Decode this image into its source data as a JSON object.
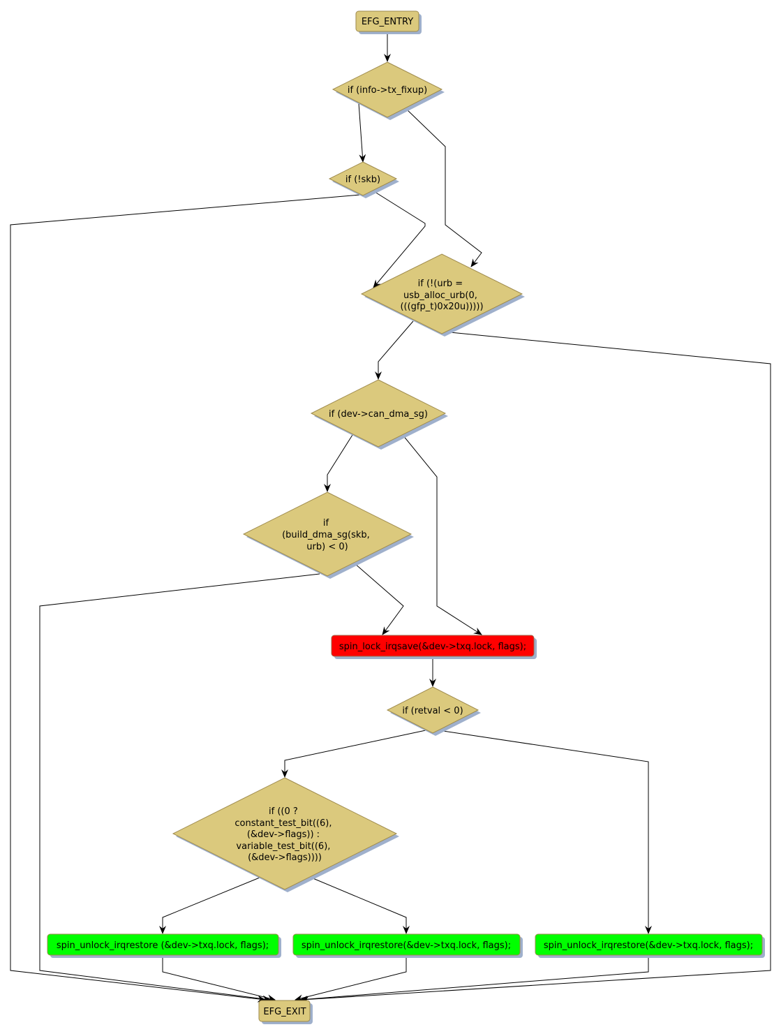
{
  "diagram": {
    "nodes": {
      "entry": {
        "label": "EFG_ENTRY"
      },
      "d_tx_fixup": {
        "lines": [
          "if (info->tx_fixup)"
        ]
      },
      "d_skb": {
        "lines": [
          "if (!skb)"
        ]
      },
      "d_urb": {
        "lines": [
          "if (!(urb =",
          "usb_alloc_urb(0,",
          "(((gfp_t)0x20u)))))"
        ]
      },
      "d_dma": {
        "lines": [
          "if (dev->can_dma_sg)"
        ]
      },
      "d_build": {
        "lines": [
          "if",
          "(build_dma_sg(skb,",
          "urb) < 0)"
        ]
      },
      "lock": {
        "label": "spin_lock_irqsave(&dev->txq.lock, flags);",
        "color": "#ff0000"
      },
      "d_retval": {
        "lines": [
          "if (retval < 0)"
        ]
      },
      "d_testbit": {
        "lines": [
          "if ((0 ?",
          "constant_test_bit((6),",
          "(&dev->flags)) :",
          "variable_test_bit((6),",
          "(&dev->flags))))"
        ]
      },
      "unlock1": {
        "label": "spin_unlock_irqrestore (&dev->txq.lock, flags);",
        "color": "#00ff00"
      },
      "unlock2": {
        "label": "spin_unlock_irqrestore(&dev->txq.lock, flags);",
        "color": "#00ff00"
      },
      "unlock3": {
        "label": "spin_unlock_irqrestore(&dev->txq.lock, flags);",
        "color": "#00ff00"
      },
      "exit": {
        "label": "EFG_EXIT"
      }
    },
    "colors": {
      "decision": "#dbc97d",
      "shadow": "#9fb0cc"
    }
  }
}
